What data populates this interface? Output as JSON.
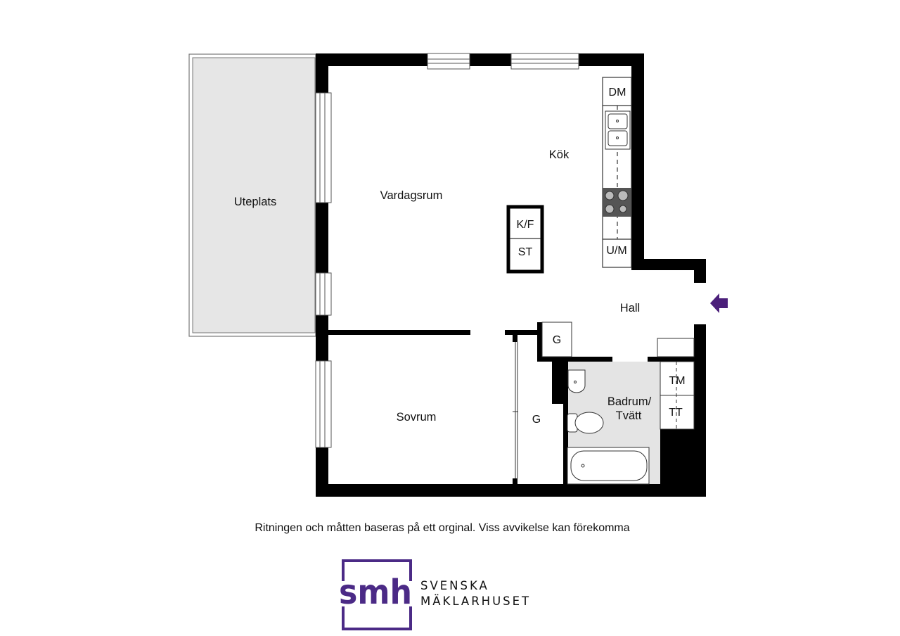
{
  "floorplan": {
    "rooms": {
      "uteplats": "Uteplats",
      "vardagsrum": "Vardagsrum",
      "kok": "Kök",
      "hall": "Hall",
      "sovrum": "Sovrum",
      "badrum_line1": "Badrum/",
      "badrum_line2": "Tvätt"
    },
    "fixtures": {
      "dm": "DM",
      "kf": "K/F",
      "st": "ST",
      "um": "U/M",
      "g_hall": "G",
      "g_sovrum": "G",
      "tm": "TM",
      "tt": "TT"
    },
    "colors": {
      "wall": "#000000",
      "patio_fill": "#e6e6e6",
      "bathroom_fill": "#e4e4e4",
      "entry_arrow": "#4b1f7a",
      "brand": "#4b2a86"
    }
  },
  "disclaimer": "Ritningen och måtten baseras på ett orginal. Viss avvikelse kan förekomma",
  "brand": {
    "logo_text": "smh",
    "line1": "SVENSKA",
    "line2": "MÄKLARHUSET"
  }
}
